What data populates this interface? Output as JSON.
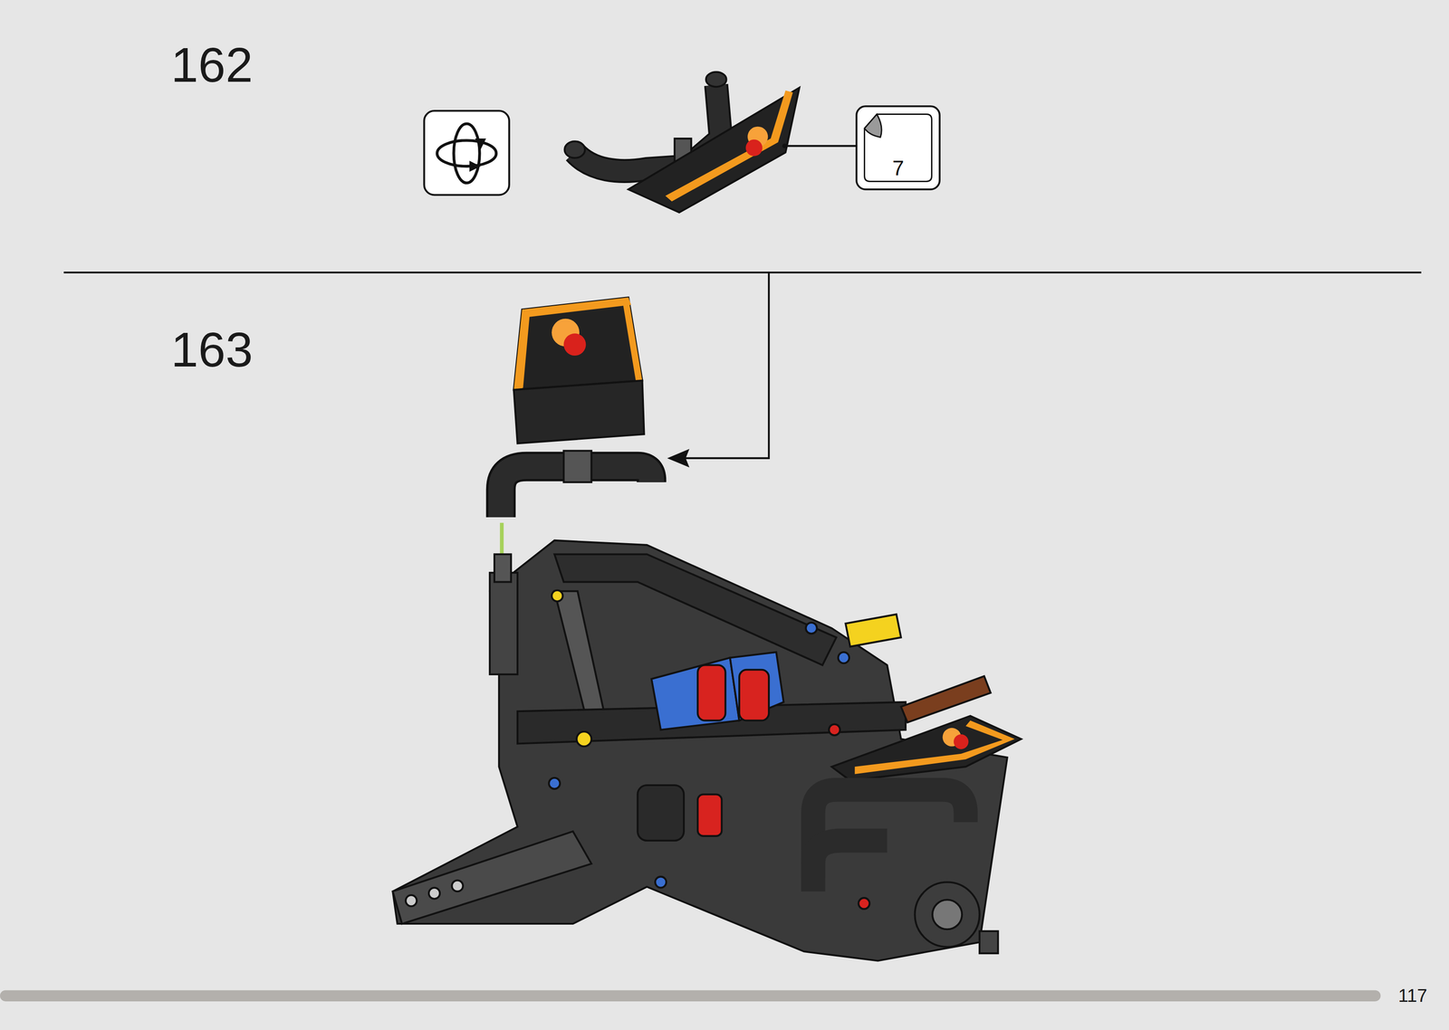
{
  "diagram": {
    "nodes": [
      {
        "text": [
          "7"
        ]
      }
    ],
    "edges": [],
    "labels": [
      "162",
      "163",
      "117"
    ]
  }
}
